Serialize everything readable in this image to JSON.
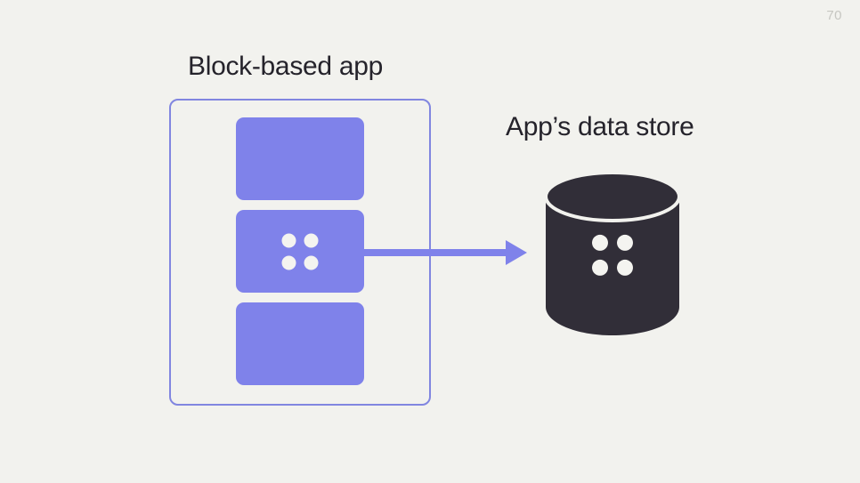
{
  "slide": {
    "page_number": "70",
    "background_color": "#f2f2ee",
    "accent_color": "#7f82ea",
    "border_color": "#8186e0",
    "dark_color": "#312e38",
    "text_color": "#25232b",
    "page_number_color": "#c6c6c1"
  },
  "diagram": {
    "left_group": {
      "title": "Block-based app",
      "blocks": [
        {
          "label": "",
          "has_dots": false
        },
        {
          "label": "",
          "has_dots": true
        },
        {
          "label": "",
          "has_dots": false
        }
      ]
    },
    "arrow": {
      "direction": "right",
      "label": ""
    },
    "right_group": {
      "title": "App’s data store",
      "shape": "cylinder",
      "has_dots": true
    }
  }
}
